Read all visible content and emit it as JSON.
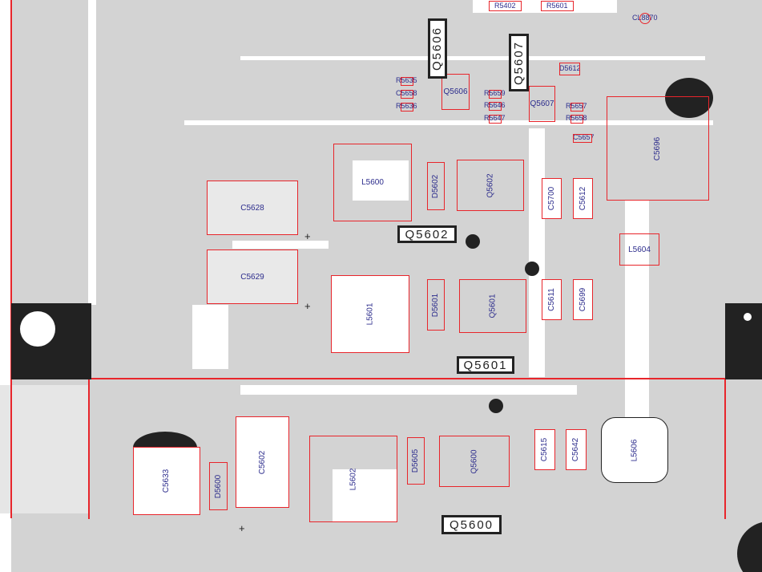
{
  "components": {
    "C5628": "C5628",
    "C5629": "C5629",
    "L5600": "L5600",
    "L5601": "L5601",
    "D5602": "D5602",
    "Q5602": "Q5602",
    "C5700": "C5700",
    "C5612": "C5612",
    "C5696": "C5696",
    "L5604": "L5604",
    "D5601": "D5601",
    "Q5601": "Q5601",
    "C5611": "C5611",
    "C5699": "C5699",
    "C5633": "C5633",
    "D5600": "D5600",
    "C5602": "C5602",
    "L5602": "L5602",
    "D5605": "D5605",
    "Q5600": "Q5600",
    "C5615": "C5615",
    "C5642": "C5642",
    "L5606": "L5606",
    "Q5606": "Q5606",
    "Q5607": "Q5607"
  },
  "small_parts": {
    "R5635": "R5635",
    "C5658": "C5658",
    "R5636": "R5636",
    "R5659": "R5659",
    "R5646": "R5646",
    "R5647": "R5647",
    "R5657": "R5657",
    "R5658": "R5658",
    "C5657": "C5657",
    "D5612": "D5612",
    "CL8870": "CL8870",
    "R5402": "R5402",
    "R5601": "R5601"
  },
  "silkscreen": {
    "Q5606": "Q5606",
    "Q5607": "Q5607",
    "Q5602": "Q5602",
    "Q5601": "Q5601",
    "Q5600": "Q5600"
  },
  "colors": {
    "board": "#d3d3d3",
    "copper_trace": "#ffffff",
    "outline": "#e8252b",
    "label": "#2c2c8c",
    "silk": "#222222"
  }
}
